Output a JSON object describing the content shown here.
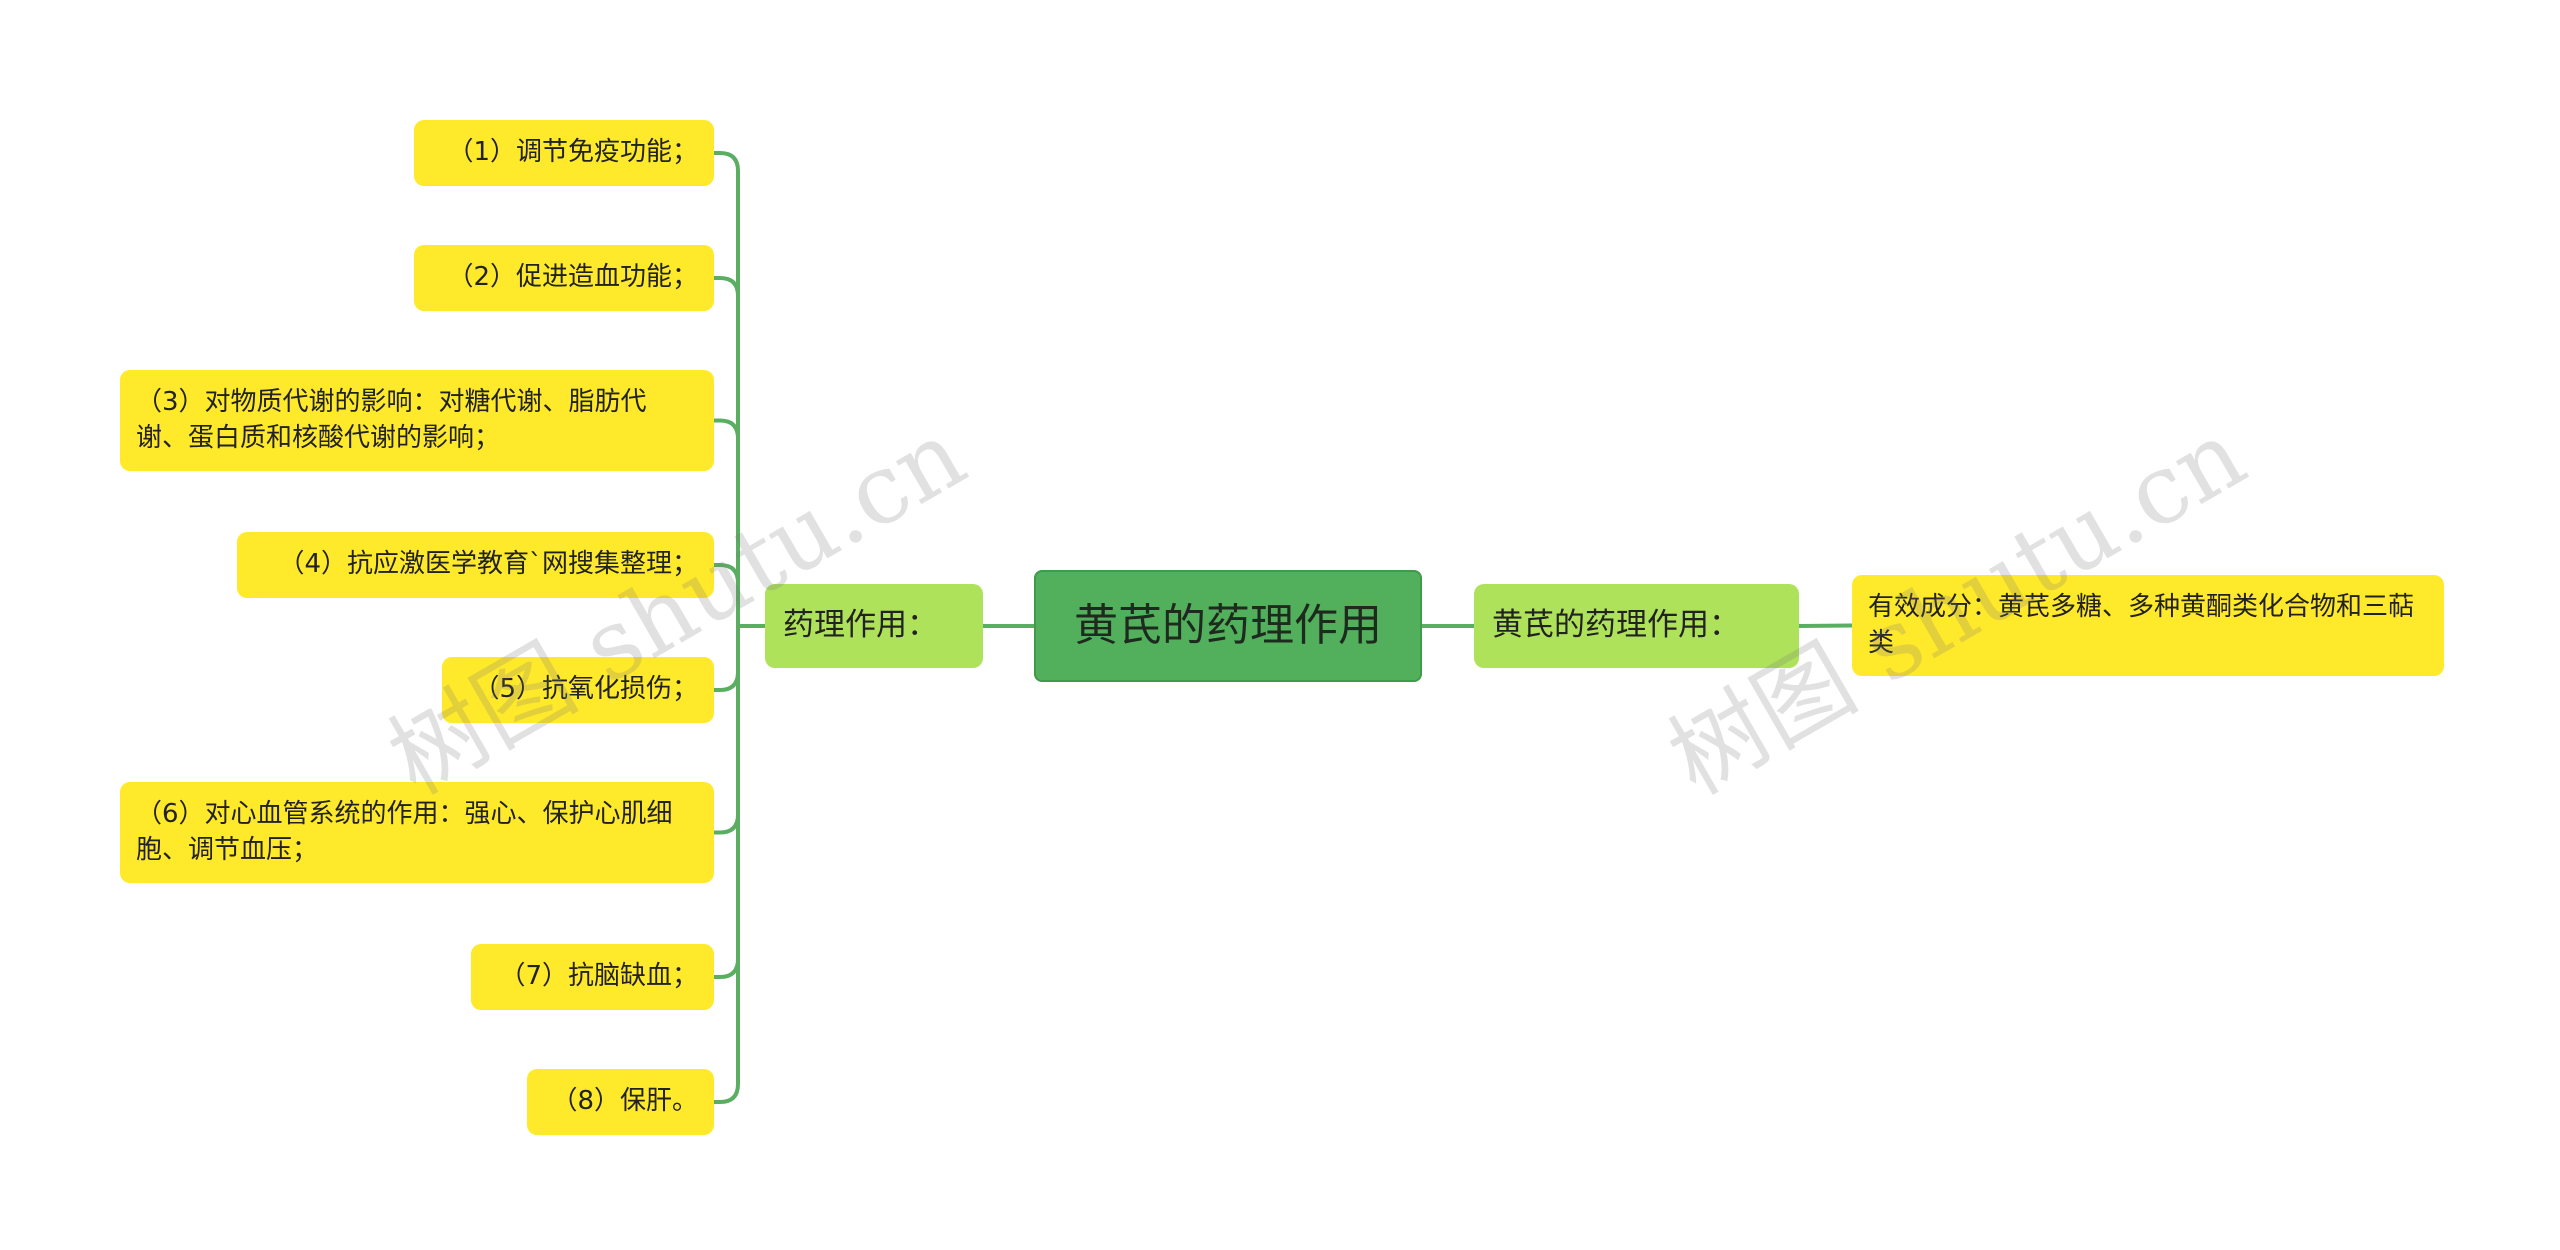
{
  "root": {
    "label": "黄芪的药理作用"
  },
  "left_branch": {
    "label": "药理作用：",
    "items": [
      "（1）调节免疫功能；",
      "（2）促进造血功能；",
      "（3）对物质代谢的影响：对糖代谢、脂肪代谢、蛋白质和核酸代谢的影响；",
      "（4）抗应激医学教育`网搜集整理；",
      "（5）抗氧化损伤；",
      "（6）对心血管系统的作用：强心、保护心肌细胞、调节血压；",
      "（7）抗脑缺血；",
      "（8）保肝。"
    ]
  },
  "right_branch": {
    "label": "黄芪的药理作用：",
    "items": [
      "有效成分：黄芪多糖、多种黄酮类化合物和三萜类"
    ]
  },
  "watermarks": [
    "树图 shutu.cn",
    "树图 shutu.cn"
  ],
  "colors": {
    "root": "#52b05c",
    "branch": "#aee25a",
    "leaf": "#ffe92b",
    "connector": "#5aae62"
  }
}
